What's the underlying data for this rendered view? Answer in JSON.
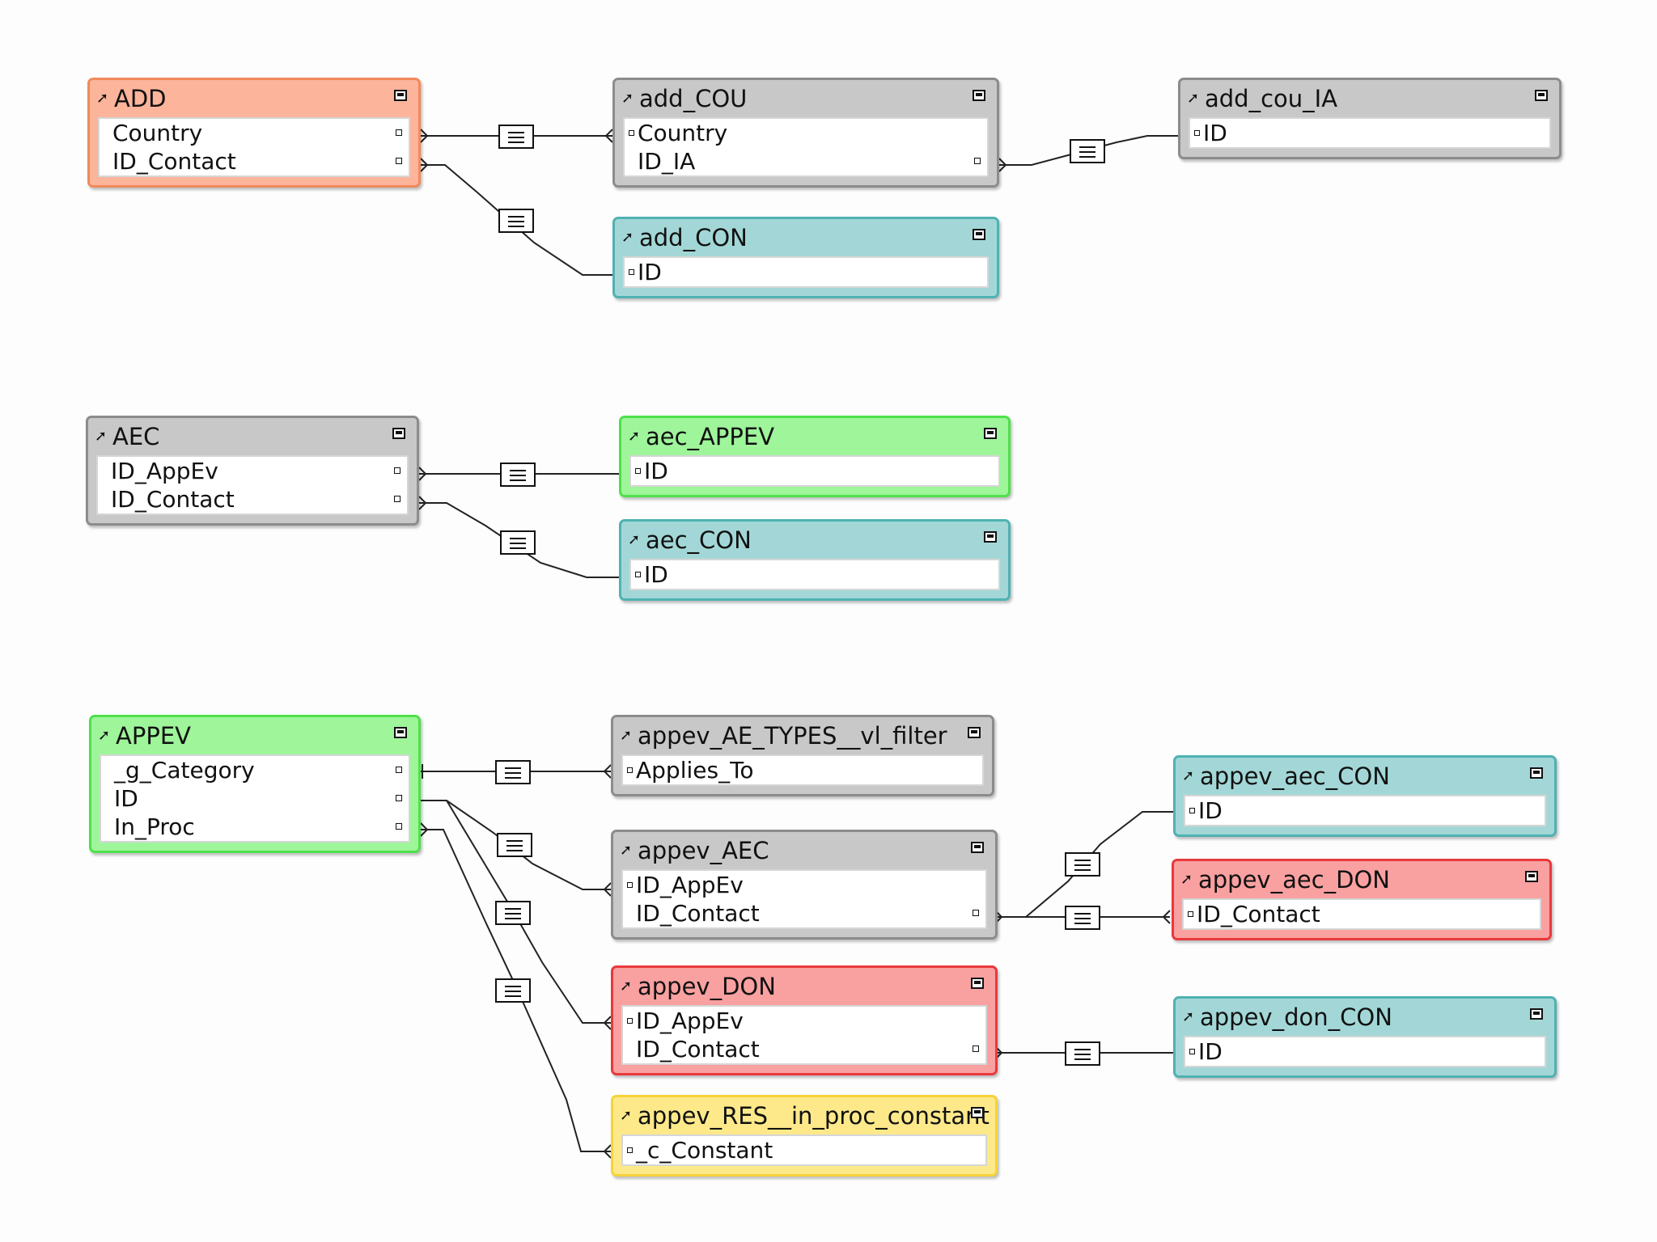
{
  "colors": {
    "gray": "#c8c8c8",
    "gray_border": "#8c8c8c",
    "orange": "#fcb49a",
    "orange_border": "#f08a5c",
    "teal": "#a3d7d7",
    "teal_border": "#4fb2b2",
    "green": "#9ef59a",
    "green_border": "#4fe04a",
    "red": "#f9a0a0",
    "red_border": "#e8393c",
    "yellow": "#fde98a",
    "yellow_border": "#f7d33a"
  },
  "tables": {
    "ADD": {
      "title": "ADD",
      "fields": [
        "Country",
        "ID_Contact"
      ]
    },
    "add_COU": {
      "title": "add_COU",
      "fields": [
        "Country",
        "ID_IA"
      ]
    },
    "add_cou_IA": {
      "title": "add_cou_IA",
      "fields": [
        "ID"
      ]
    },
    "add_CON": {
      "title": "add_CON",
      "fields": [
        "ID"
      ]
    },
    "AEC": {
      "title": "AEC",
      "fields": [
        "ID_AppEv",
        "ID_Contact"
      ]
    },
    "aec_APPEV": {
      "title": "aec_APPEV",
      "fields": [
        "ID"
      ]
    },
    "aec_CON": {
      "title": "aec_CON",
      "fields": [
        "ID"
      ]
    },
    "APPEV": {
      "title": "APPEV",
      "fields": [
        "_g_Category",
        "ID",
        "In_Proc"
      ]
    },
    "appev_AE_TYPES__vl_filter": {
      "title": "appev_AE_TYPES__vl_filter",
      "fields": [
        "Applies_To"
      ]
    },
    "appev_AEC": {
      "title": "appev_AEC",
      "fields": [
        "ID_AppEv",
        "ID_Contact"
      ]
    },
    "appev_DON": {
      "title": "appev_DON",
      "fields": [
        "ID_AppEv",
        "ID_Contact"
      ]
    },
    "appev_RES__in_proc_constant": {
      "title": "appev_RES__in_proc_constant",
      "fields": [
        "_c_Constant"
      ]
    },
    "appev_aec_CON": {
      "title": "appev_aec_CON",
      "fields": [
        "ID"
      ]
    },
    "appev_aec_DON": {
      "title": "appev_aec_DON",
      "fields": [
        "ID_Contact"
      ]
    },
    "appev_don_CON": {
      "title": "appev_don_CON",
      "fields": [
        "ID"
      ]
    }
  }
}
